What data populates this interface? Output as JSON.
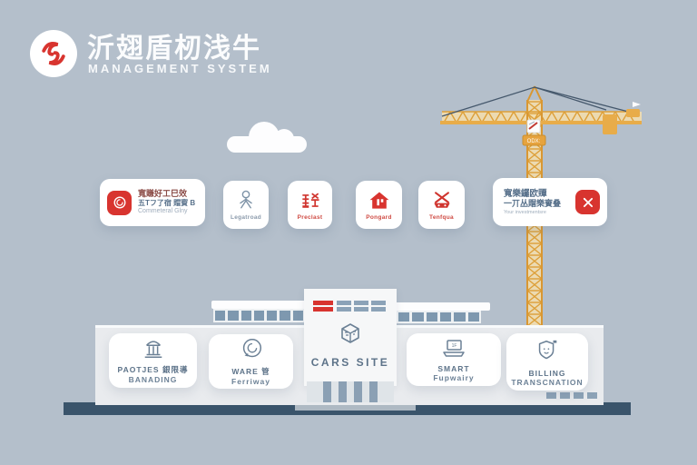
{
  "colors": {
    "background": "#b4bfcb",
    "accent_red": "#d8342f",
    "ink_blue": "#57708a",
    "card_white": "#ffffff",
    "building_gray": "#e9ebee",
    "window_blue": "#7e98af",
    "base_dark": "#3a546b",
    "crane_yellow": "#e2a243"
  },
  "logo": {
    "title": "沂翅盾杒浅牛",
    "subtitle": "MANAGEMENT SYSTEM"
  },
  "feature_row": {
    "card_commercial": {
      "icon": "swirl-badge-icon",
      "line1": "寬賺好工巳效",
      "line2": "五Tフ了宿 賵賨 B",
      "line3": "Commeteral Glny"
    },
    "card_person": {
      "icon": "person-icon",
      "label": "Legatroad"
    },
    "card_seal": {
      "icon": "seal-glyph-icon",
      "label": "Preclast"
    },
    "card_house": {
      "icon": "house-icon",
      "label": "Pongard"
    },
    "card_machine": {
      "icon": "crossed-tools-vehicle-icon",
      "label": "Tenfqua"
    },
    "card_invest": {
      "icon": "crossed-x-badge-icon",
      "line1": "寬樂鑼欧贉",
      "line2": "一丌丛賵樂賨叠",
      "line3": "Your investmentsre"
    }
  },
  "crane": {
    "cab_text": "ODX:"
  },
  "building": {
    "cards": [
      {
        "icon": "bank-icon",
        "line1": "PAOTJES 銀限導",
        "line2": "BANADING"
      },
      {
        "icon": "disc-icon",
        "line1": "WARE 管",
        "line2": "Ferriway"
      },
      {
        "icon": "cube-icon",
        "line1": "CARS SITE",
        "line2": ""
      },
      {
        "icon": "laptop-icon",
        "line1": "SMART",
        "line2": "Fupwairy"
      },
      {
        "icon": "shield-icon",
        "line1": "BILLING",
        "line2": "TRANSCNATION"
      }
    ]
  }
}
